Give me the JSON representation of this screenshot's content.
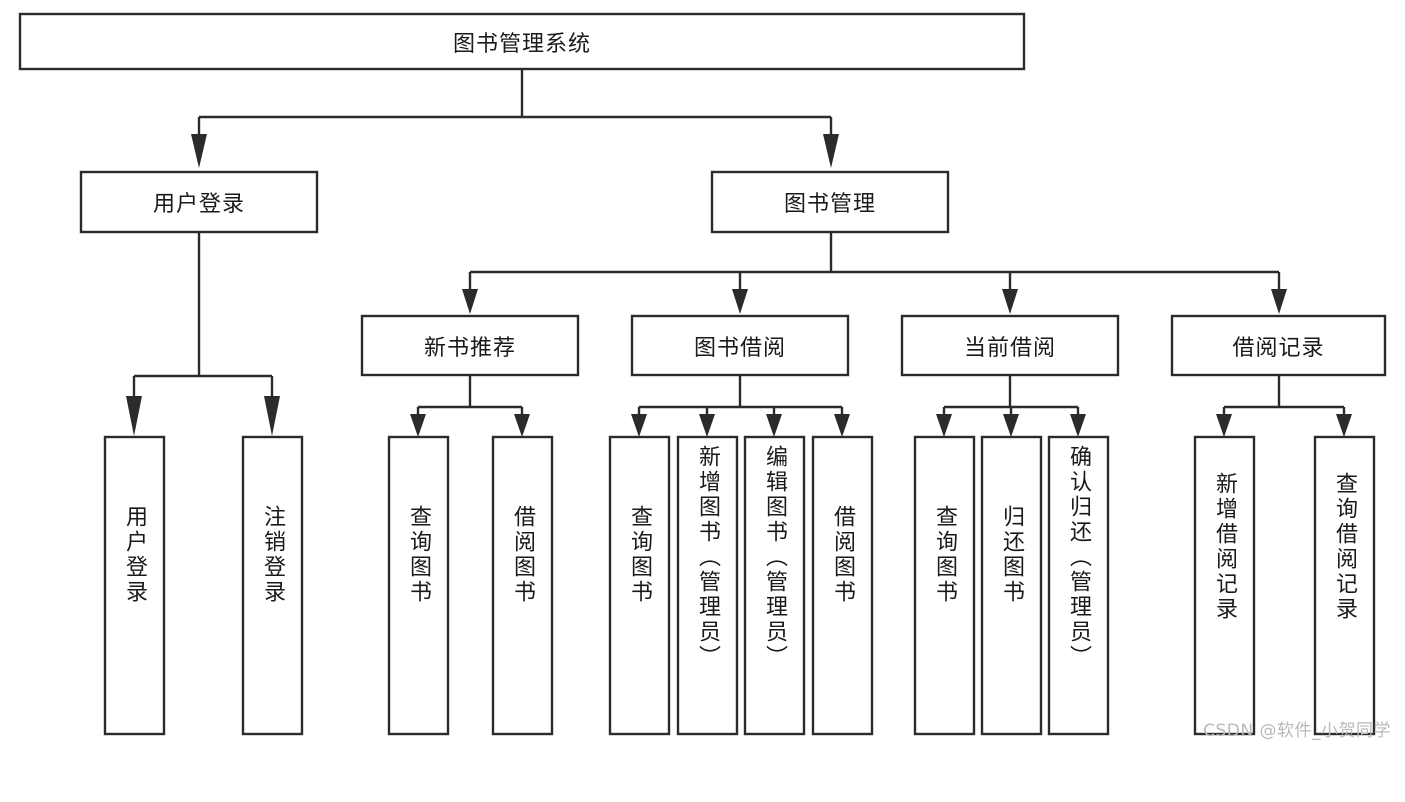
{
  "diagram": {
    "type": "tree-hierarchy-chart",
    "title": "图书管理系统",
    "orientation": "top-down",
    "colors": {
      "box_fill": "#ffffff",
      "box_stroke": "#2b2b2b",
      "connector": "#2b2b2b",
      "text": "#1a1a1a",
      "watermark": "#b9b9b9"
    },
    "levels": {
      "level1": {
        "label": "图书管理系统",
        "orientation": "horizontal"
      },
      "level2": [
        {
          "id": "user-login",
          "label": "用户登录",
          "orientation": "horizontal"
        },
        {
          "id": "book-management",
          "label": "图书管理",
          "orientation": "horizontal"
        }
      ],
      "level3": [
        {
          "id": "new-book-recommend",
          "label": "新书推荐",
          "orientation": "horizontal",
          "parent": "book-management"
        },
        {
          "id": "book-borrow",
          "label": "图书借阅",
          "orientation": "horizontal",
          "parent": "book-management"
        },
        {
          "id": "current-borrow",
          "label": "当前借阅",
          "orientation": "horizontal",
          "parent": "book-management"
        },
        {
          "id": "borrow-record",
          "label": "借阅记录",
          "orientation": "horizontal",
          "parent": "book-management"
        }
      ],
      "level4": [
        {
          "id": "leaf-user-login",
          "label": "用户登录",
          "orientation": "vertical",
          "parent": "user-login"
        },
        {
          "id": "leaf-logout-login",
          "label": "注销登录",
          "orientation": "vertical",
          "parent": "user-login"
        },
        {
          "id": "leaf-query-book-1",
          "label": "查询图书",
          "orientation": "vertical",
          "parent": "new-book-recommend"
        },
        {
          "id": "leaf-borrow-book-1",
          "label": "借阅图书",
          "orientation": "vertical",
          "parent": "new-book-recommend"
        },
        {
          "id": "leaf-query-book-2",
          "label": "查询图书",
          "orientation": "vertical",
          "parent": "book-borrow"
        },
        {
          "id": "leaf-add-book",
          "label": "新增图书（管理员）",
          "orientation": "vertical",
          "parent": "book-borrow"
        },
        {
          "id": "leaf-edit-book",
          "label": "编辑图书（管理员）",
          "orientation": "vertical",
          "parent": "book-borrow"
        },
        {
          "id": "leaf-borrow-book-2",
          "label": "借阅图书",
          "orientation": "vertical",
          "parent": "book-borrow"
        },
        {
          "id": "leaf-query-book-3",
          "label": "查询图书",
          "orientation": "vertical",
          "parent": "current-borrow"
        },
        {
          "id": "leaf-return-book",
          "label": "归还图书",
          "orientation": "vertical",
          "parent": "current-borrow"
        },
        {
          "id": "leaf-confirm-return",
          "label": "确认归还（管理员）",
          "orientation": "vertical",
          "parent": "current-borrow"
        },
        {
          "id": "leaf-add-record",
          "label": "新增借阅记录",
          "orientation": "vertical",
          "parent": "borrow-record"
        },
        {
          "id": "leaf-query-record",
          "label": "查询借阅记录",
          "orientation": "vertical",
          "parent": "borrow-record"
        }
      ]
    },
    "watermark": "CSDN @软件_小贺同学"
  }
}
